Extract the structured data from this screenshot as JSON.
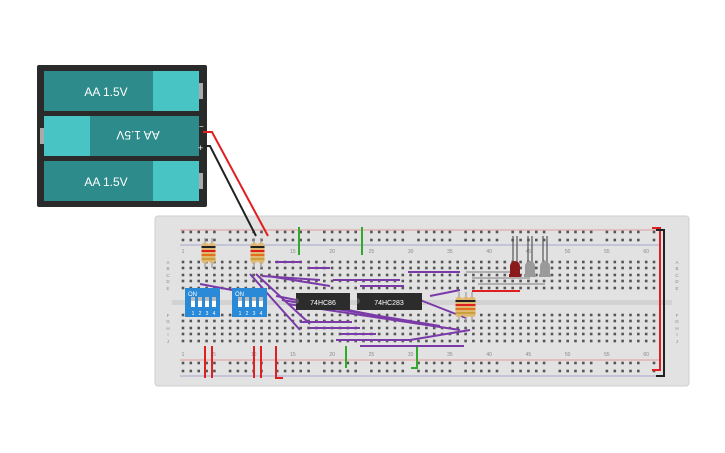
{
  "battery": {
    "cells": [
      {
        "label": "AA 1.5V",
        "flipped": false
      },
      {
        "label": "AA 1.5V",
        "flipped": true
      },
      {
        "label": "AA 1.5V",
        "flipped": false
      }
    ],
    "minus_symbol": "−",
    "plus_symbol": "+"
  },
  "breadboard": {
    "column_numbers_top": [
      "1",
      "5",
      "10",
      "15",
      "20",
      "25",
      "30",
      "35",
      "40",
      "45",
      "50",
      "55",
      "60"
    ],
    "column_numbers_bottom": [
      "1",
      "5",
      "10",
      "15",
      "20",
      "25",
      "30",
      "35",
      "40",
      "45",
      "50",
      "55",
      "60"
    ],
    "row_letters_top": [
      "A",
      "B",
      "C",
      "D",
      "E"
    ],
    "row_letters_bottom": [
      "F",
      "G",
      "H",
      "I",
      "J"
    ]
  },
  "chips": [
    {
      "label": "74HC86"
    },
    {
      "label": "74HC283"
    }
  ],
  "dip_switches": [
    {
      "on_label": "ON",
      "numbers": [
        "1",
        "2",
        "3",
        "4"
      ]
    },
    {
      "on_label": "ON",
      "numbers": [
        "1",
        "2",
        "3",
        "4"
      ]
    }
  ],
  "leds": [
    {
      "color": "#8b1a1a",
      "state": "on"
    },
    {
      "color": "#9a9a9a",
      "state": "off"
    },
    {
      "color": "#9a9a9a",
      "state": "off"
    }
  ],
  "colors": {
    "breadboard": "#e2e2e2",
    "battery_case": "#2a2a2a",
    "cell_body": "#2e8b8b",
    "cell_cap": "#49c4c4",
    "wire_red": "#e02020",
    "wire_black": "#222222",
    "wire_purple": "#7a3aa8",
    "wire_green": "#2faa2a",
    "switch_blue": "#2a8ad8"
  }
}
